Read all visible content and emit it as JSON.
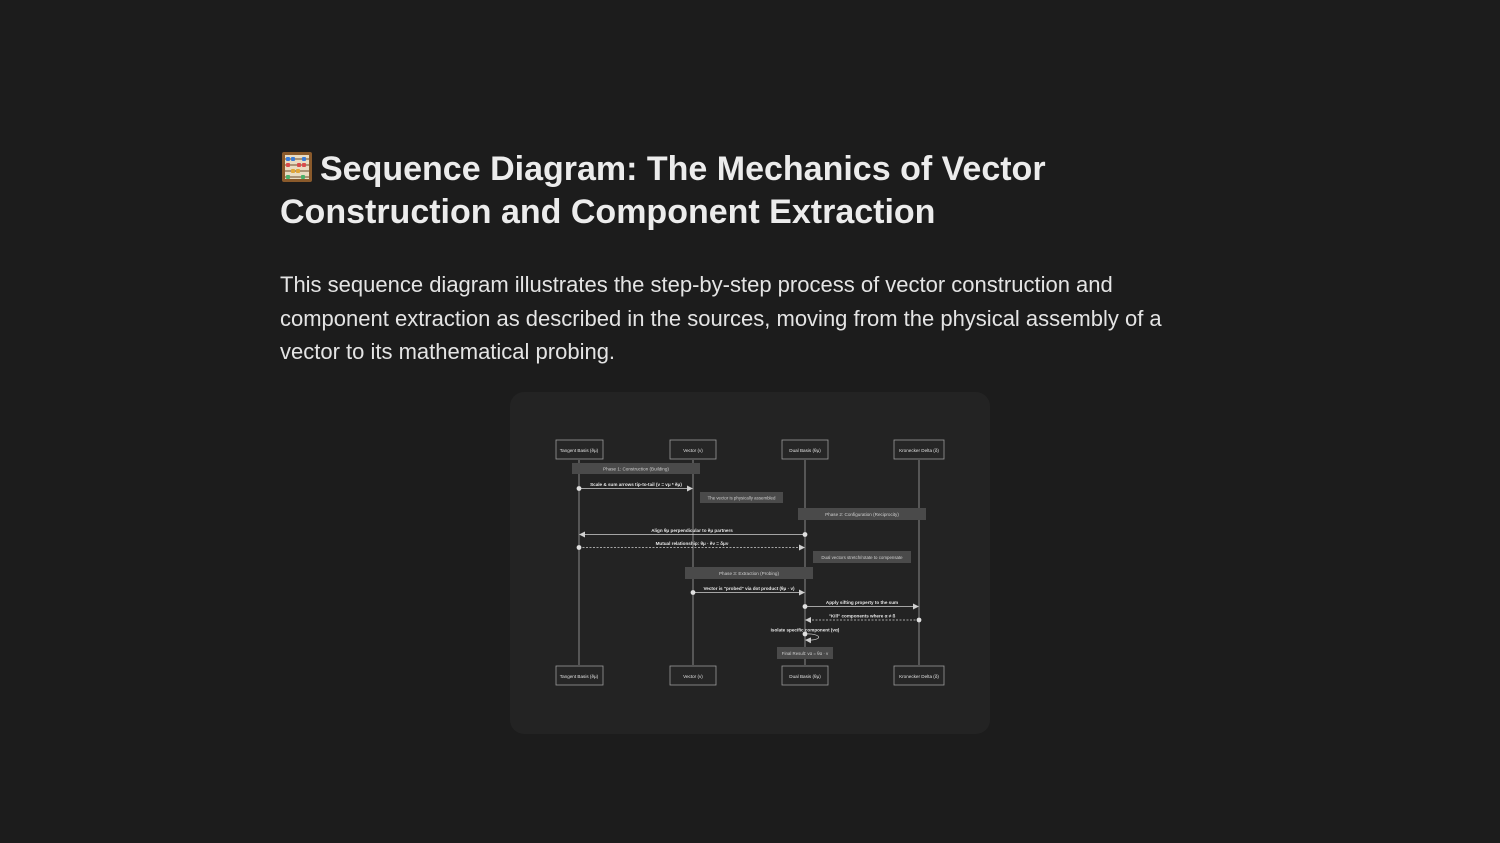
{
  "header": {
    "title_icon": "abacus-icon",
    "title": "Sequence Diagram: The Mechanics of Vector Construction and Component Extraction"
  },
  "intro": {
    "text": "This sequence diagram illustrates the step-by-step process of vector construction and component extraction as described in the sources, moving from the physical assembly of a vector to its mathematical probing."
  },
  "diagram": {
    "participants": [
      {
        "id": "tangent",
        "label": "Tangent Basis (ẽμ)"
      },
      {
        "id": "vector",
        "label": "Vector (v)"
      },
      {
        "id": "dual",
        "label": "Dual Basis (θμ)"
      },
      {
        "id": "delta",
        "label": "Kronecker Delta (δ)"
      }
    ],
    "phases": [
      "Phase 1: Construction (Building)",
      "Phase 2: Configuration (Reciprocity)",
      "Phase 3: Extraction (Probing)"
    ],
    "messages": [
      "Scale & sum arrows tip-to-tail (v = vμ * ẽμ)",
      "Align θμ perpendicular to ẽμ partners",
      "Mutual relationship: θμ · ẽν = δμν",
      "Vector is \"probed\" via dot product (θμ · v)",
      "Apply sifting property to the sum",
      "\"Kill\" components where α ≠ ß",
      "Isolate specific component (vα)"
    ],
    "notes": [
      "The vector is physically assembled",
      "Dual vectors stretch/rotate to compensate",
      "Final Result: vα = θα · v"
    ]
  }
}
